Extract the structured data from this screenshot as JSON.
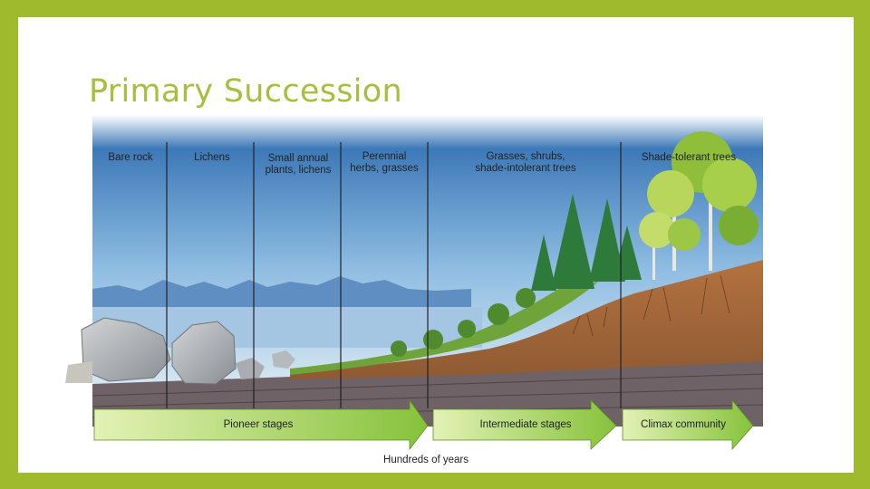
{
  "slide": {
    "title": "Primary Succession"
  },
  "diagram": {
    "stages": [
      {
        "label": "Bare rock"
      },
      {
        "label": "Lichens"
      },
      {
        "label": "Small annual\nplants, lichens"
      },
      {
        "label": "Perennial\nherbs, grasses"
      },
      {
        "label": "Grasses, shrubs,\nshade-intolerant trees"
      },
      {
        "label": "Shade-tolerant trees"
      }
    ],
    "phases": [
      {
        "label": "Pioneer stages"
      },
      {
        "label": "Intermediate stages"
      },
      {
        "label": "Climax community"
      }
    ],
    "axis_label": "Hundreds of years",
    "colors": {
      "frame": "#9fba2c",
      "title": "#a9be3f",
      "sky_top": "#3d79b8",
      "sky_bottom": "#dcebf3",
      "soil": "#a8683a",
      "bedrock": "#6e6266",
      "arrow": "#8ec63f"
    }
  }
}
